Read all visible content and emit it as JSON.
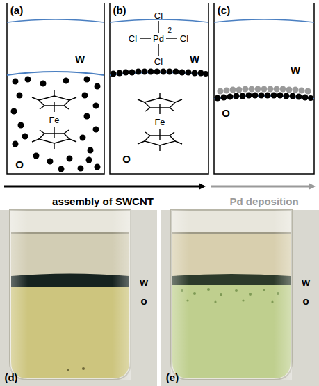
{
  "diagram": {
    "labels": [
      "(a)",
      "W",
      "O",
      "Fe",
      "(b)",
      "Cl",
      "Cl",
      "Pd",
      "2-",
      "Cl",
      "Cl",
      "W",
      "O",
      "Fe",
      "(c)",
      "W",
      "O",
      "assembly of SWCNT",
      "Pd deposition",
      "w",
      "o",
      "(d)",
      "w",
      "o",
      "(e)"
    ]
  }
}
